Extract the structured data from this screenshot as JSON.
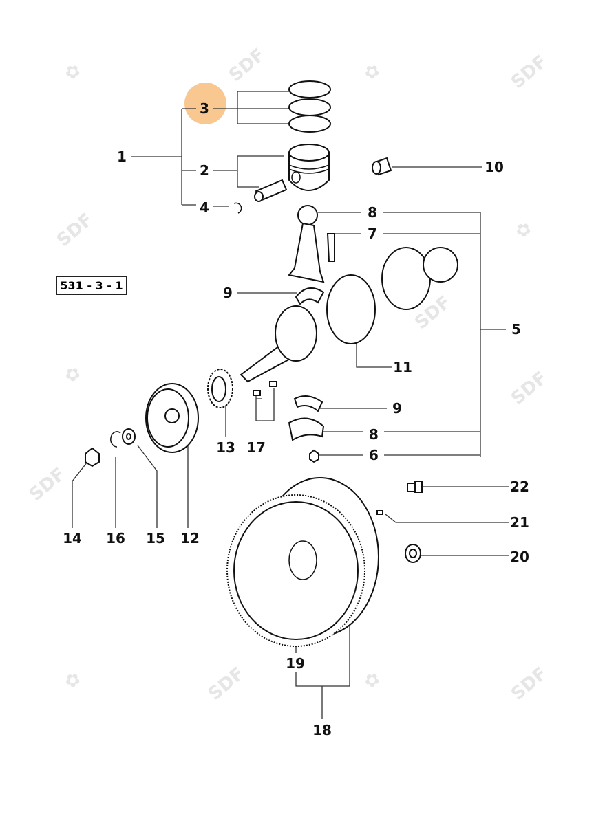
{
  "reference_code": "531 - 3 - 1",
  "watermark": "SDF",
  "highlight": {
    "callout": "3",
    "color": "#f5b061"
  },
  "callouts": [
    {
      "id": "1",
      "label": "1"
    },
    {
      "id": "2",
      "label": "2"
    },
    {
      "id": "3",
      "label": "3"
    },
    {
      "id": "4",
      "label": "4"
    },
    {
      "id": "5",
      "label": "5"
    },
    {
      "id": "6",
      "label": "6"
    },
    {
      "id": "7",
      "label": "7"
    },
    {
      "id": "8a",
      "label": "8"
    },
    {
      "id": "8b",
      "label": "8"
    },
    {
      "id": "9a",
      "label": "9"
    },
    {
      "id": "9b",
      "label": "9"
    },
    {
      "id": "10",
      "label": "10"
    },
    {
      "id": "11",
      "label": "11"
    },
    {
      "id": "12",
      "label": "12"
    },
    {
      "id": "13",
      "label": "13"
    },
    {
      "id": "14",
      "label": "14"
    },
    {
      "id": "15",
      "label": "15"
    },
    {
      "id": "16",
      "label": "16"
    },
    {
      "id": "17",
      "label": "17"
    },
    {
      "id": "18",
      "label": "18"
    },
    {
      "id": "19",
      "label": "19"
    },
    {
      "id": "20",
      "label": "20"
    },
    {
      "id": "21",
      "label": "21"
    },
    {
      "id": "22",
      "label": "22"
    }
  ]
}
